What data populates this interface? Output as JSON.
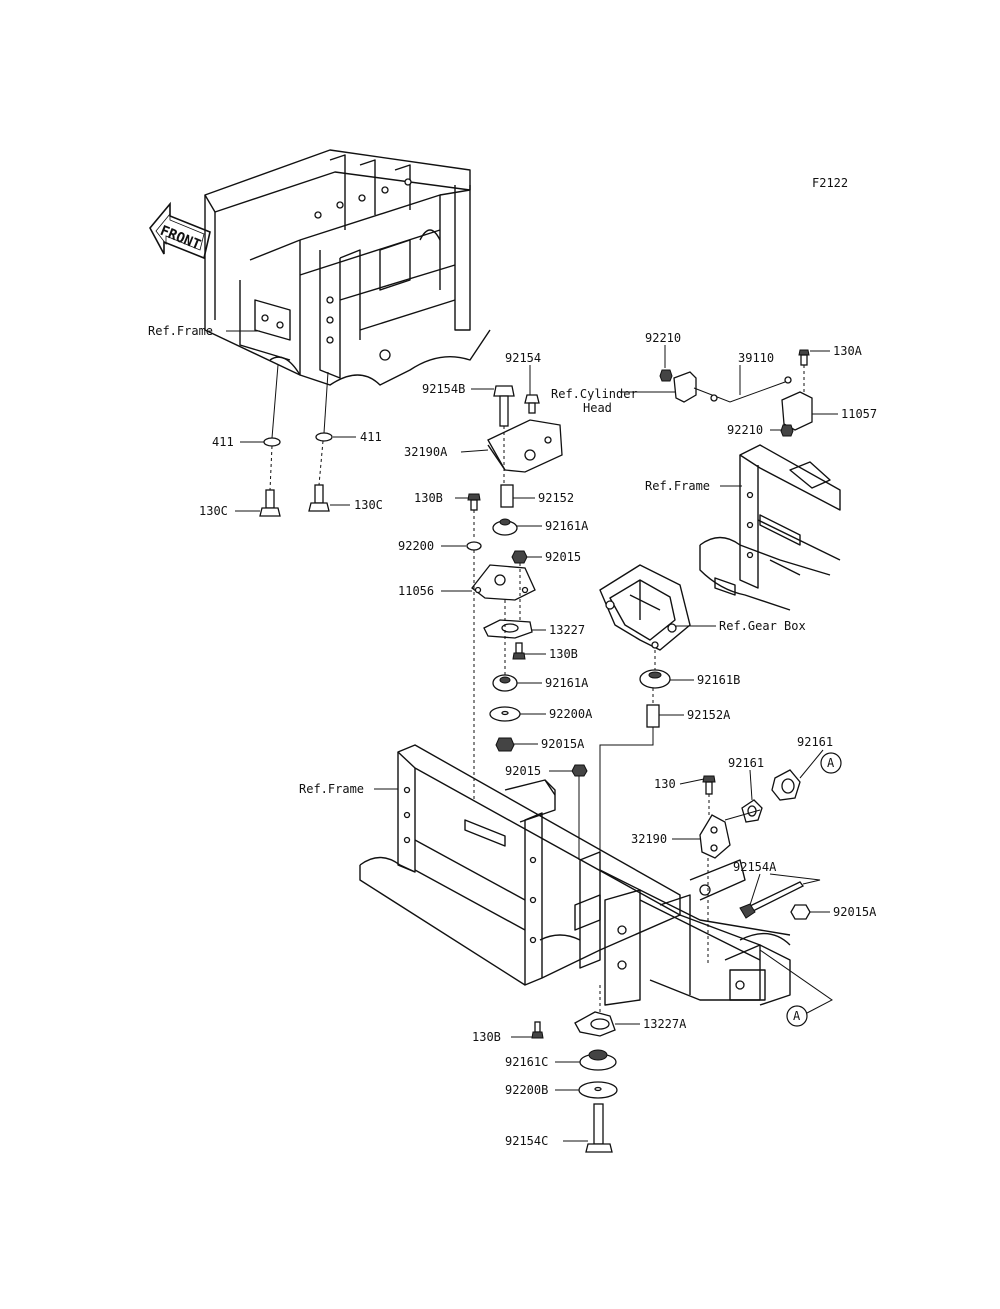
{
  "figure_number": "F2122",
  "front_arrow_label": "FRONT",
  "callout_letter": "A",
  "ref_labels": {
    "frame_top_left": "Ref.Frame",
    "cylinder_head_line1": "Ref.Cylinder",
    "cylinder_head_line2": "Head",
    "frame_right": "Ref.Frame",
    "gear_box": "Ref.Gear Box",
    "frame_bottom": "Ref.Frame"
  },
  "parts": {
    "p411_left": "411",
    "p411_right": "411",
    "p130c_left": "130C",
    "p130c_right": "130C",
    "p92154": "92154",
    "p92154b": "92154B",
    "p32190a": "32190A",
    "p130b_1": "130B",
    "p92152": "92152",
    "p92161a_1": "92161A",
    "p92200": "92200",
    "p92015_1": "92015",
    "p11056": "11056",
    "p13227": "13227",
    "p130b_2": "130B",
    "p92161a_2": "92161A",
    "p92200a": "92200A",
    "p92015a_1": "92015A",
    "p92015_2": "92015",
    "p92210_top": "92210",
    "p39110": "39110",
    "p130a": "130A",
    "p11057": "11057",
    "p92210_bottom": "92210",
    "p92161b": "92161B",
    "p92152a": "92152A",
    "p92161_1": "92161",
    "p92161_2": "92161",
    "p130": "130",
    "p32190": "32190",
    "p92154a": "92154A",
    "p92015a_2": "92015A",
    "p13227a": "13227A",
    "p130b_3": "130B",
    "p92161c": "92161C",
    "p92200b": "92200B",
    "p92154c": "92154C"
  }
}
